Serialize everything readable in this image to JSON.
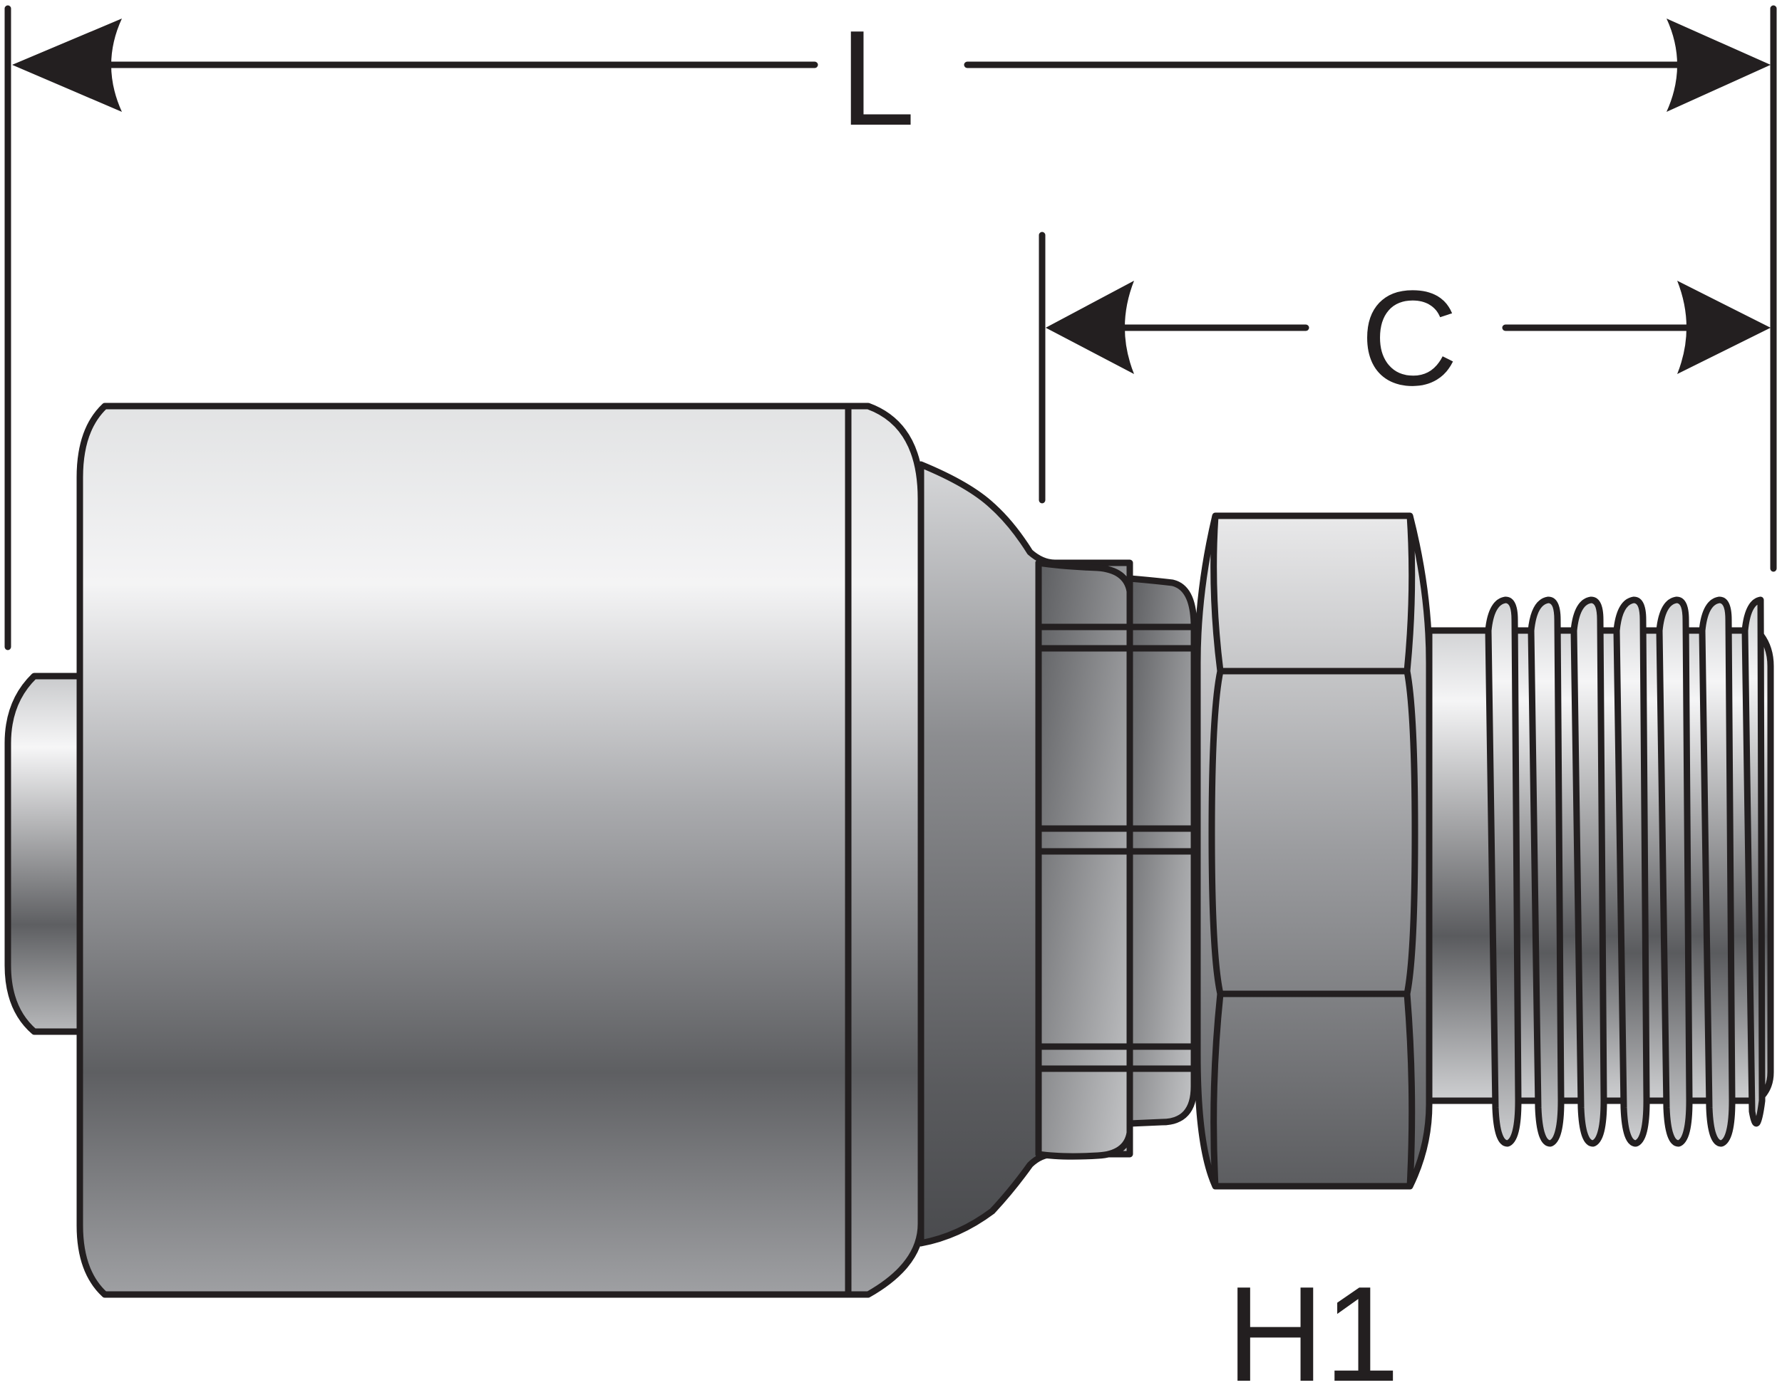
{
  "dimensions": {
    "overall_length_label": "L",
    "cut_length_label": "C",
    "hex_label": "H1"
  },
  "colors": {
    "outline": "#231f20",
    "metal_light": "#eeeeef",
    "metal_mid": "#9a9b9e",
    "metal_dark": "#5a5b5e",
    "background": "#ffffff"
  }
}
